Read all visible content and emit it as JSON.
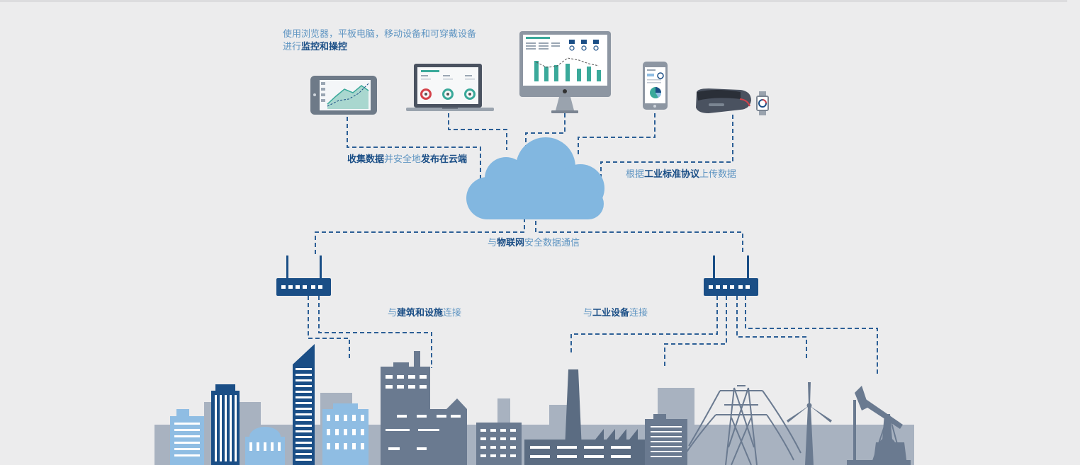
{
  "intro": {
    "line1": "使用浏览器，平板电脑，移动设备和可穿戴设备",
    "line2_prefix": "进行",
    "line2_bold": "监控和操控"
  },
  "labels": {
    "collect": {
      "bold1": "收集数据",
      "normal": "并安全地",
      "bold2": "发布在云端"
    },
    "upload": {
      "prefix": "根据",
      "bold": "工业标准协议",
      "suffix": "上传数据"
    },
    "iot": {
      "prefix": "与",
      "bold": "物联网",
      "suffix": "安全数据通信"
    },
    "buildings": {
      "prefix": "与",
      "bold": "建筑和设施",
      "suffix": "连接"
    },
    "industry": {
      "prefix": "与",
      "bold": "工业设备",
      "suffix": "连接"
    }
  },
  "devices": [
    "tablet",
    "laptop",
    "desktop-monitor",
    "smartphone",
    "vr-headset",
    "smartwatch"
  ],
  "colors": {
    "background": "#ececed",
    "cloud": "#82b7e0",
    "dark_blue": "#1a4e86",
    "label_blue": "#5f95c2",
    "line_blue": "#2c5f96",
    "building_light": "#8fbde3",
    "building_gray": "#a8b2c0",
    "factory_slate": "#6a7a90",
    "chart_teal": "#3aa99a"
  }
}
